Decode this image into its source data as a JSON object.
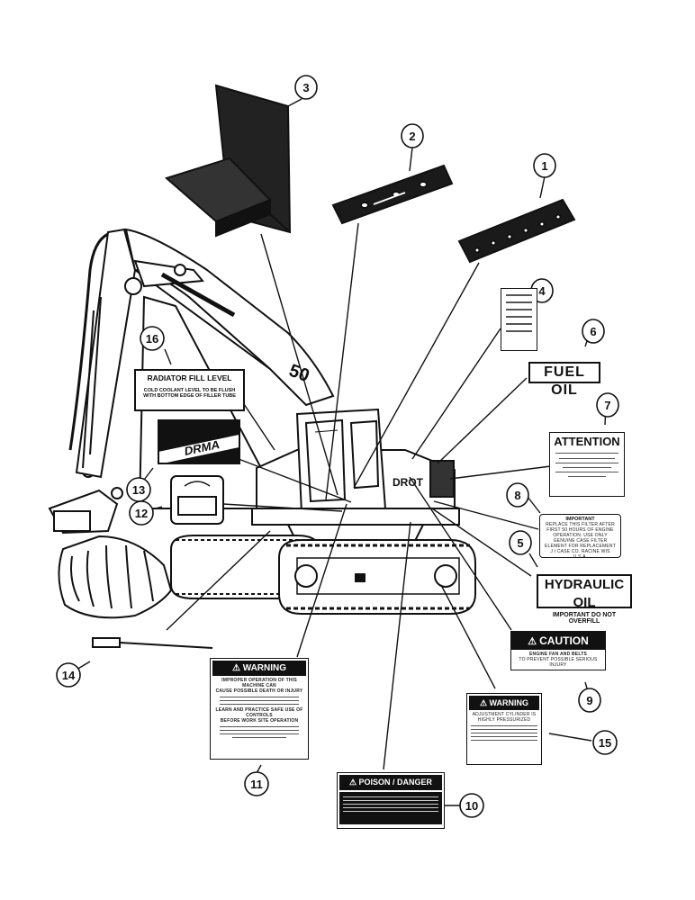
{
  "callouts": [
    "1",
    "2",
    "3",
    "4",
    "5",
    "6",
    "7",
    "8",
    "9",
    "10",
    "11",
    "12",
    "13",
    "14",
    "15",
    "16"
  ],
  "decals": {
    "radiator": {
      "title": "RADIATOR FILL LEVEL",
      "line1": "COLD COOLANT LEVEL TO BE FLUSH",
      "line2": "WITH BOTTOM EDGE OF FILLER TUBE"
    },
    "fuel_oil": "FUEL OIL",
    "attention": "ATTENTION",
    "important": {
      "title": "IMPORTANT",
      "lines": [
        "REPLACE THIS FILTER AFTER",
        "FIRST 50 HOURS OF ENGINE",
        "OPERATION. USE ONLY",
        "GENUINE CASE FILTER",
        "ELEMENT FOR REPLACEMENT",
        "J I CASE CO. RACINE WIS U.S.A."
      ]
    },
    "hydraulic_oil": {
      "title": "HYDRAULIC OIL",
      "subtitle": "IMPORTANT DO NOT OVERFILL"
    },
    "caution": {
      "title": "CAUTION",
      "lines": [
        "ENGINE FAN AND BELTS",
        "TO PREVENT POSSIBLE SERIOUS INJURY"
      ]
    },
    "warning_cylinder": {
      "title": "WARNING",
      "lines": [
        "ADJUSTMENT CYLINDER IS",
        "HIGHLY PRESSURIZED"
      ]
    },
    "warning_main": {
      "title": "WARNING",
      "lines": [
        "IMPROPER OPERATION OF THIS MACHINE CAN",
        "CAUSE POSSIBLE DEATH OR INJURY",
        "LEARN AND PRACTICE SAFE USE OF CONTROLS",
        "BEFORE WORK SITE OPERATION"
      ]
    },
    "poison": "POISON / DANGER",
    "machine_lettering": {
      "boom_number": "50",
      "brand": "DROT",
      "decal13": "DRMA"
    }
  }
}
